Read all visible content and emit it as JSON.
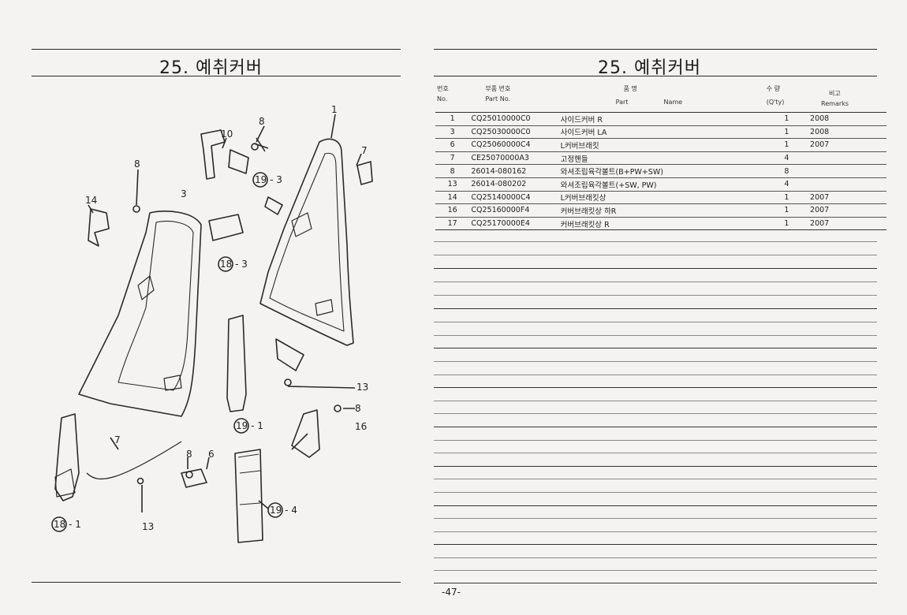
{
  "left_page": {
    "title": "25. 예취커버",
    "callouts": [
      "1",
      "3",
      "7",
      "8",
      "8",
      "10",
      "14",
      "19-3",
      "18-3",
      "13",
      "8",
      "16",
      "19-1",
      "7",
      "8",
      "6",
      "19-4",
      "13",
      "18-1"
    ]
  },
  "right_page": {
    "title": "25. 예취커버",
    "headers": {
      "no_ko": "번호",
      "no_en": "No.",
      "code_ko": "부품 번호",
      "code_en": "Part No.",
      "name_ko": "품 명",
      "name_en_part": "Part",
      "name_en_name": "Name",
      "qty_ko": "수 량",
      "qty_en": "(Q'ty)",
      "remarks_ko": "비고",
      "remarks_en": "Remarks"
    },
    "rows": [
      {
        "no": "1",
        "code": "CQ25010000C0",
        "name": "사이드커버 R",
        "qty": "1",
        "remarks": "2008"
      },
      {
        "no": "3",
        "code": "CQ25030000C0",
        "name": "사이드커버 LA",
        "qty": "1",
        "remarks": "2008"
      },
      {
        "no": "6",
        "code": "CQ25060000C4",
        "name": "L커버브래킷",
        "qty": "1",
        "remarks": "2007"
      },
      {
        "no": "7",
        "code": "CE25070000A3",
        "name": "고정핸들",
        "qty": "4",
        "remarks": ""
      },
      {
        "no": "8",
        "code": "26014-080162",
        "name": "와셔조립육각볼트(B+PW+SW)",
        "qty": "8",
        "remarks": ""
      },
      {
        "no": "13",
        "code": "26014-080202",
        "name": "와셔조립육각볼트(+SW, PW)",
        "qty": "4",
        "remarks": ""
      },
      {
        "no": "14",
        "code": "CQ25140000C4",
        "name": "L커버브래킷상",
        "qty": "1",
        "remarks": "2007"
      },
      {
        "no": "16",
        "code": "CQ25160000F4",
        "name": "커버브래킷상 하R",
        "qty": "1",
        "remarks": "2007"
      },
      {
        "no": "17",
        "code": "CQ25170000E4",
        "name": "커버브래킷상 R",
        "qty": "1",
        "remarks": "2007"
      }
    ],
    "page_number": "-47-"
  }
}
